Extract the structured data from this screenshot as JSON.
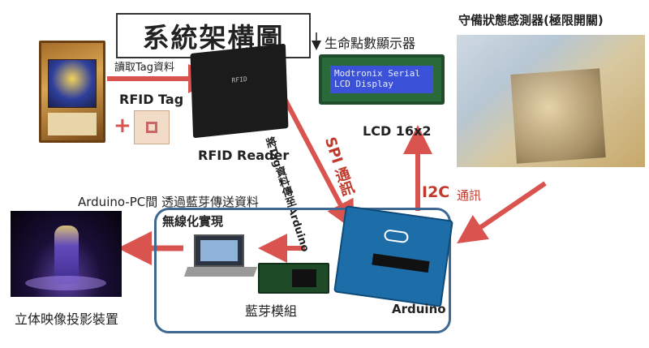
{
  "title": "系統架構圖",
  "labels": {
    "read_tag": "讀取Tag資料",
    "rfid_tag": "RFID Tag",
    "plus": "+",
    "rfid_reader": "RFID Reader",
    "lcd_caption": "生命點數顯示器",
    "lcd_name": "LCD 16x2",
    "sensor": "守備狀態感測器(極限開關)",
    "spi": "SPI 通訊",
    "to_arduino": "將Tag資料傳至Arduino",
    "i2c_label": "I2C",
    "i2c_text": "通訊",
    "pc_link": "Arduino-PC間 透過藍芽傳送資料",
    "wireless": "無線化實現",
    "bluetooth": "藍芽模組",
    "arduino": "Arduino",
    "hologram": "立体映像投影裝置"
  },
  "lcd_lines": [
    "Modtronix Serial",
    "LCD Display"
  ],
  "colors": {
    "arrow": "#d9534f",
    "box": "#3e6791",
    "spi": "#c0392b"
  }
}
